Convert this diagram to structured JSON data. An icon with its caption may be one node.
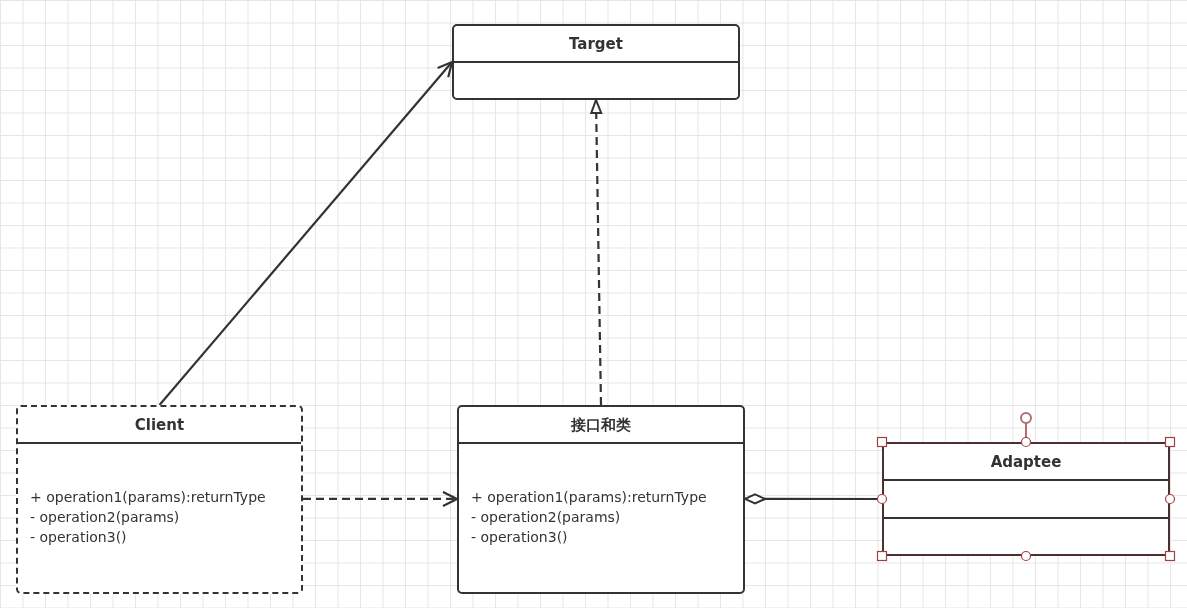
{
  "diagram": {
    "nodes": [
      {
        "text": [
          "Target"
        ]
      },
      {
        "text": [
          "Client",
          "+ operation1(params):returnType",
          "- operation2(params)",
          "- operation3()"
        ]
      },
      {
        "text": [
          "接口和类",
          "+ operation1(params):returnType",
          "- operation2(params)",
          "- operation3()"
        ]
      },
      {
        "text": [
          "Adaptee"
        ]
      }
    ],
    "edges": [
      {
        "from": 1,
        "to": 0,
        "arrow": "to"
      },
      {
        "from": 2,
        "to": 0,
        "arrow": "to",
        "style": "dashed"
      },
      {
        "from": 1,
        "to": 2,
        "arrow": "to",
        "style": "dashed"
      },
      {
        "from": 2,
        "to": 3,
        "arrow": "other"
      }
    ]
  }
}
